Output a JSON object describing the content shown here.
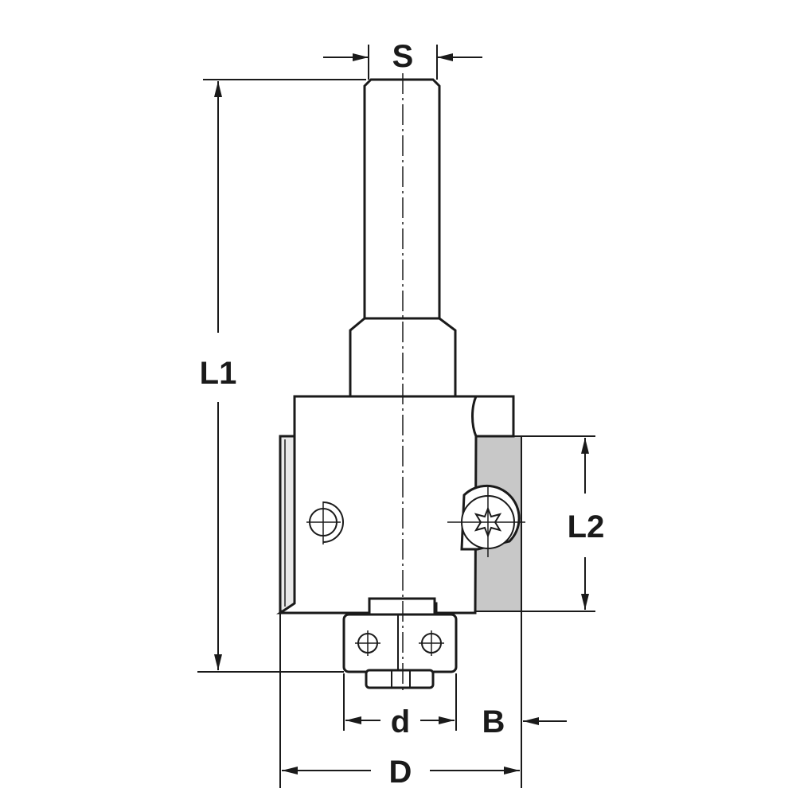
{
  "labels": {
    "s": "S",
    "l1": "L1",
    "l2": "L2",
    "d_small": "d",
    "b": "B",
    "d_large": "D"
  },
  "colors": {
    "line": "#1a1a1a",
    "insert_fill": "#c8c8c8",
    "background": "#ffffff"
  }
}
